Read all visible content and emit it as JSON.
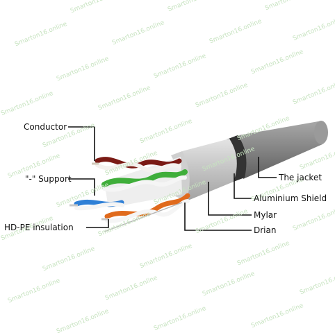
{
  "watermark": "Smarton16.online",
  "labels": {
    "conductor": "Conductor",
    "support": "\"-\" Support",
    "insulation": "HD-PE insulation",
    "jacket": "The jacket",
    "shield": "Aluminium Shield",
    "mylar": "Mylar",
    "drain": "Drian"
  },
  "colors": {
    "jacket": "#8c8c8c",
    "shield": "#3a3a3a",
    "mylar": "#bdbdbd",
    "pair_brown": "#7a1a14",
    "pair_green": "#3fae3a",
    "pair_blue": "#2e7fd6",
    "pair_orange": "#e06a1c",
    "leader": "#111111"
  }
}
